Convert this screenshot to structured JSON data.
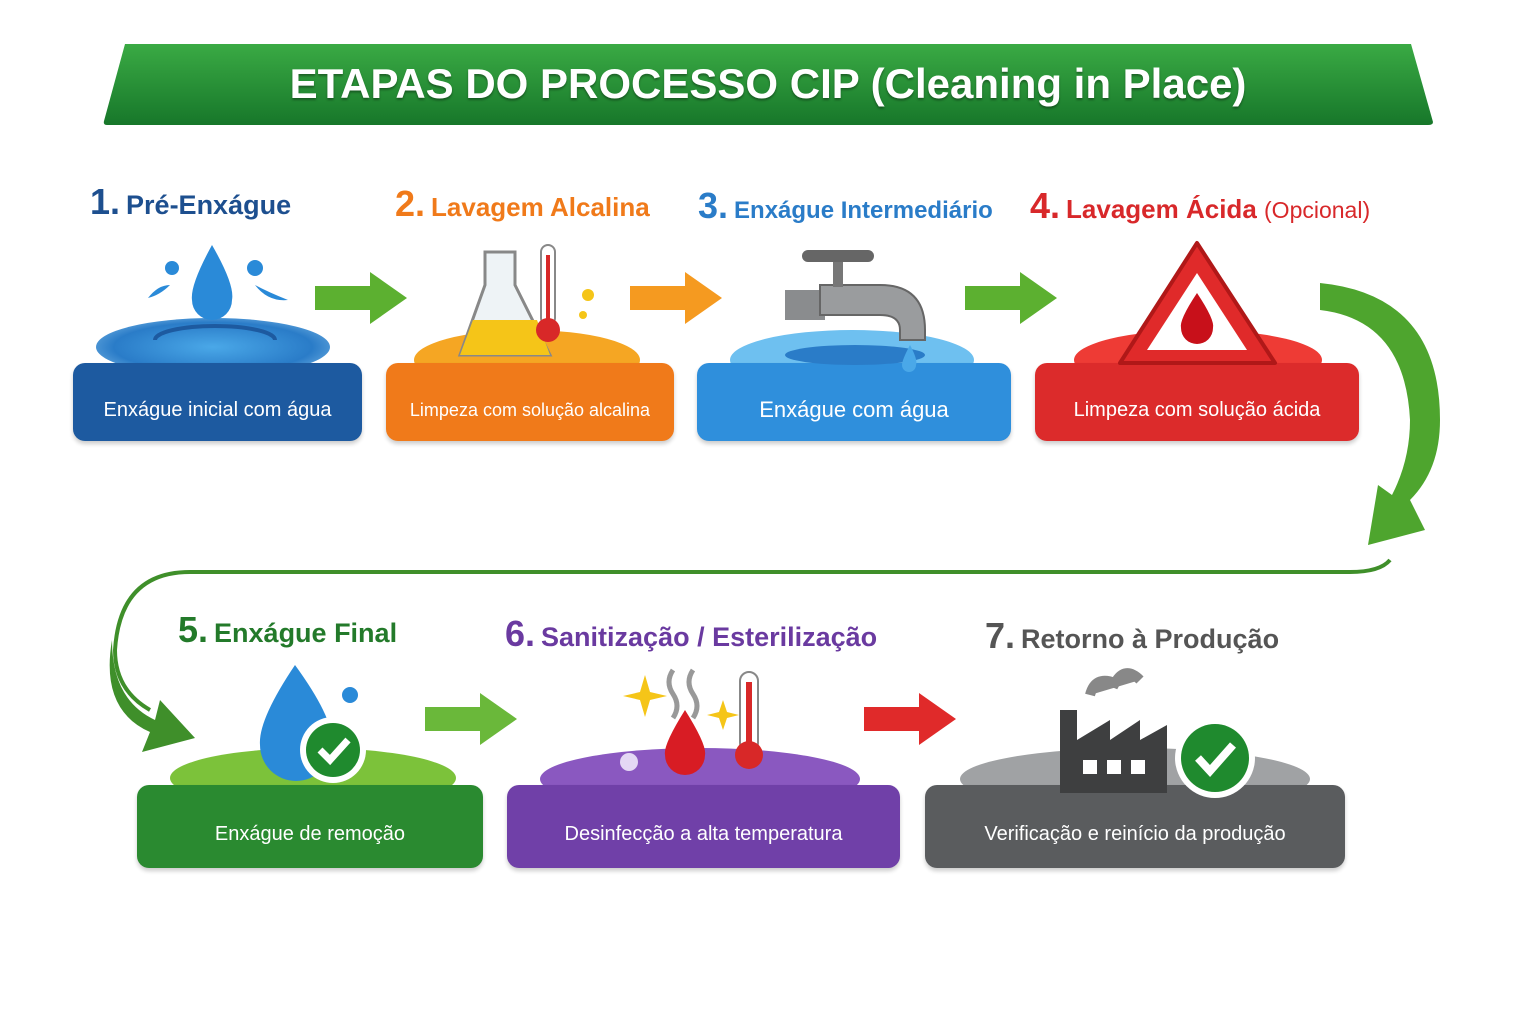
{
  "title": "ETAPAS DO PROCESSO CIP (Cleaning in Place)",
  "colors": {
    "banner": "#1f8a2e",
    "step1": "#1d5aa0",
    "step2": "#f07a1a",
    "step3": "#2f8fdc",
    "step4": "#dc2b2b",
    "step5": "#2a8a30",
    "step6": "#7040a8",
    "step7": "#5a5c5e"
  },
  "steps": [
    {
      "number": "1.",
      "title": "Pré-Enxágue",
      "description": "Enxágue inicial com água",
      "icon": "water-drop-splash-icon"
    },
    {
      "number": "2.",
      "title": "Lavagem Alcalina",
      "description": "Limpeza com solução alcalina",
      "icon": "flask-thermometer-icon"
    },
    {
      "number": "3.",
      "title": "Enxágue Intermediário",
      "description": "Enxágue com água",
      "icon": "faucet-icon"
    },
    {
      "number": "4.",
      "title": "Lavagem Ácida",
      "note": "(Opcional)",
      "description": "Limpeza com solução ácida",
      "icon": "acid-warning-icon"
    },
    {
      "number": "5.",
      "title": "Enxágue Final",
      "description": "Enxágue de remoção",
      "icon": "drop-check-icon"
    },
    {
      "number": "6.",
      "title": "Sanitização / Esterilização",
      "description": "Desinfecção a alta temperatura",
      "icon": "heat-sanitize-icon"
    },
    {
      "number": "7.",
      "title": "Retorno à Produção",
      "description": "Verificação e reinício da produção",
      "icon": "factory-check-icon"
    }
  ]
}
